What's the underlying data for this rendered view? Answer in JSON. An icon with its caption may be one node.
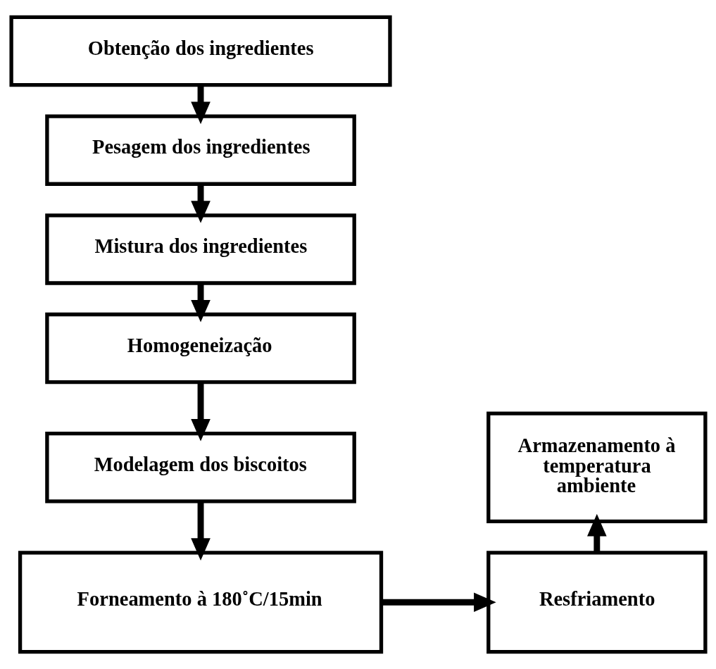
{
  "diagram": {
    "nodes": [
      {
        "text": [
          "Obtenção dos ingredientes"
        ]
      },
      {
        "text": [
          "Pesagem dos ingredientes"
        ]
      },
      {
        "text": [
          "Mistura dos ingredientes"
        ]
      },
      {
        "text": [
          "Homogeneização"
        ]
      },
      {
        "text": [
          "Modelagem dos biscoitos"
        ]
      },
      {
        "text": [
          "Forneamento à 180˚C/15min"
        ]
      },
      {
        "text": [
          "Resfriamento"
        ]
      },
      {
        "text": [
          "Armazenamento à temperatura ambiente"
        ]
      }
    ],
    "edges": [
      {
        "from": 0,
        "to": 1,
        "arrow": "to"
      },
      {
        "from": 1,
        "to": 2,
        "arrow": "to"
      },
      {
        "from": 2,
        "to": 3,
        "arrow": "to"
      },
      {
        "from": 3,
        "to": 4,
        "arrow": "to"
      },
      {
        "from": 4,
        "to": 5,
        "arrow": "to"
      },
      {
        "from": 5,
        "to": 6,
        "arrow": "to"
      },
      {
        "from": 6,
        "to": 7,
        "arrow": "to"
      }
    ]
  }
}
